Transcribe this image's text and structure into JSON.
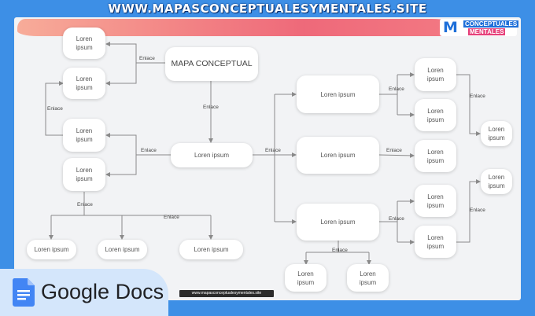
{
  "header": {
    "url": "WWW.MAPASCONCEPTUALESYMENTALES.SITE"
  },
  "brand": {
    "logo_mark": "M",
    "logo_line1": "CONCEPTUALES",
    "logo_line2": "MENTALES"
  },
  "diagram": {
    "main_title": "MAPA CONCEPTUAL",
    "node_text": "Loren ipsum",
    "node_text_split": [
      "Loren",
      "ipsum"
    ],
    "link_label": "Enlace"
  },
  "footer": {
    "app_name": "Google Docs",
    "app_icon": "google-docs-icon",
    "site_url": "www.mapasconceptualesymentales.site"
  },
  "colors": {
    "background": "#3d8fe6",
    "sheet": "#f2f3f5",
    "connector": "#8a8a8a",
    "brush_accent": "#ee5a6c",
    "docs_blue": "#4285f4"
  }
}
